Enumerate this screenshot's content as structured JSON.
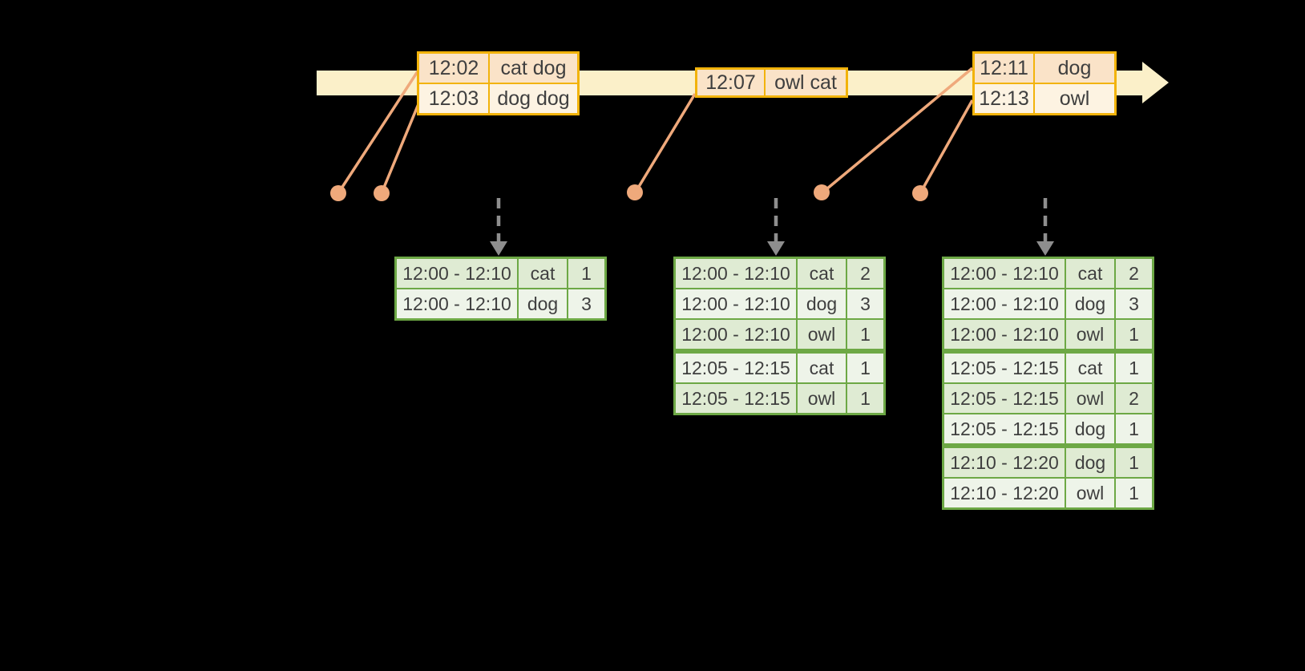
{
  "colors": {
    "background": "#000000",
    "timeline_bar": "#FBF0C9",
    "event_table_border": "#F2B30B",
    "event_row_dark": "#FAE3C8",
    "event_row_light": "#FDF3E2",
    "event_dot": "#EFA97B",
    "trigger_arrow": "#8E8E8E",
    "result_table_border": "#6DA845",
    "result_row_dark": "#DFEBD3",
    "result_row_light": "#EEF4E9",
    "text": "#3F3F3F"
  },
  "event_tables": [
    {
      "rows": [
        {
          "time": "12:02",
          "words": "cat dog"
        },
        {
          "time": "12:03",
          "words": "dog dog"
        }
      ]
    },
    {
      "rows": [
        {
          "time": "12:07",
          "words": "owl cat"
        }
      ]
    },
    {
      "rows": [
        {
          "time": "12:11",
          "words": "dog"
        },
        {
          "time": "12:13",
          "words": "owl"
        }
      ]
    }
  ],
  "result_tables": [
    {
      "rows": [
        {
          "window": "12:00 - 12:10",
          "word": "cat",
          "count": "1"
        },
        {
          "window": "12:00 - 12:10",
          "word": "dog",
          "count": "3"
        }
      ]
    },
    {
      "rows": [
        {
          "window": "12:00 - 12:10",
          "word": "cat",
          "count": "2"
        },
        {
          "window": "12:00 - 12:10",
          "word": "dog",
          "count": "3"
        },
        {
          "window": "12:00 - 12:10",
          "word": "owl",
          "count": "1"
        },
        {
          "window": "12:05 - 12:15",
          "word": "cat",
          "count": "1"
        },
        {
          "window": "12:05 - 12:15",
          "word": "owl",
          "count": "1"
        }
      ]
    },
    {
      "rows": [
        {
          "window": "12:00 - 12:10",
          "word": "cat",
          "count": "2"
        },
        {
          "window": "12:00 - 12:10",
          "word": "dog",
          "count": "3"
        },
        {
          "window": "12:00 - 12:10",
          "word": "owl",
          "count": "1"
        },
        {
          "window": "12:05 - 12:15",
          "word": "cat",
          "count": "1"
        },
        {
          "window": "12:05 - 12:15",
          "word": "owl",
          "count": "2"
        },
        {
          "window": "12:05 - 12:15",
          "word": "dog",
          "count": "1"
        },
        {
          "window": "12:10 - 12:20",
          "word": "dog",
          "count": "1"
        },
        {
          "window": "12:10 - 12:20",
          "word": "owl",
          "count": "1"
        }
      ]
    }
  ]
}
